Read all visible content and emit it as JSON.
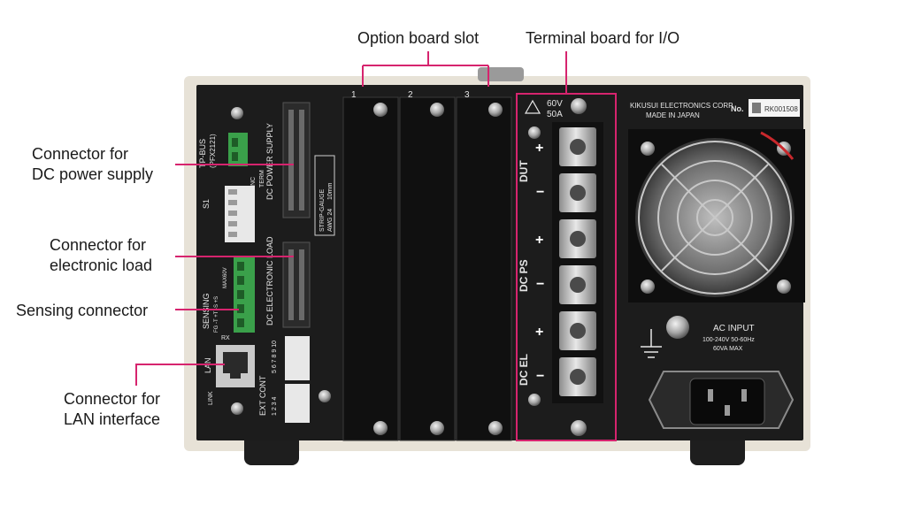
{
  "callouts": {
    "option_board_slot": "Option board slot",
    "terminal_board": "Terminal board for I/O",
    "dc_power_supply_line1": "Connector for",
    "dc_power_supply_line2": "DC power supply",
    "electronic_load_line1": "Connector for",
    "electronic_load_line2": "electronic load",
    "sensing": "Sensing connector",
    "lan_line1": "Connector for",
    "lan_line2": "LAN interface"
  },
  "panel": {
    "slot_numbers": [
      "1",
      "2",
      "3"
    ],
    "manufacturer": "KIKUSUI ELECTRONICS CORP.",
    "made_in": "MADE IN JAPAN",
    "no_label": "No.",
    "serial": "RK001508",
    "rating_voltage": "60V",
    "rating_current": "50A",
    "tp_bus": "TP-BUS",
    "tp_bus_model": "(PFX2121)",
    "nc_label": "NC",
    "term_label": "TERM",
    "s1_label": "S1",
    "dc_power_supply": "DC POWER SUPPLY",
    "dc_electronic_load": "DC ELECTRONIC LOAD",
    "strip_gauge": "STRIP-GAUGE",
    "strip_len": "10mm",
    "awg": "AWG 24",
    "sensing": "SENSING",
    "sensing_pins": "FG  -T  +T  -S  +S",
    "max_volt": "MAX60V",
    "lan": "LAN",
    "rx": "RX",
    "link": "LINK",
    "ext_cont": "EXT CONT",
    "ext_pins_top": "5 6 7 8 9 10",
    "ext_pins_bottom": "1 2 3 4",
    "dut": "DUT",
    "dc_ps": "DC PS",
    "dc_el": "DC EL",
    "plus": "+",
    "minus": "−",
    "ac_input": "AC INPUT",
    "ac_range": "100-240V 50-60Hz",
    "ac_va": "60VA MAX"
  },
  "colors": {
    "accent": "#d6246e",
    "panel": "#1c1c1c",
    "chassis": "#e7e2d7",
    "label_text": "#e6e6e6"
  }
}
